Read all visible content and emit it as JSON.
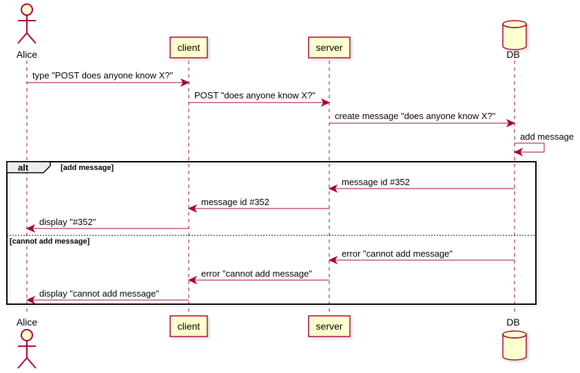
{
  "diagram": {
    "participants": {
      "alice": {
        "label": "Alice",
        "kind": "actor"
      },
      "client": {
        "label": "client",
        "kind": "participant"
      },
      "server": {
        "label": "server",
        "kind": "participant"
      },
      "db": {
        "label": "DB",
        "kind": "database"
      }
    },
    "messages": [
      {
        "from": "alice",
        "to": "client",
        "label": "type \"POST does anyone know X?\""
      },
      {
        "from": "client",
        "to": "server",
        "label": "POST \"does anyone know X?\""
      },
      {
        "from": "server",
        "to": "db",
        "label": "create message \"does anyone know X?\""
      },
      {
        "from": "db",
        "to": "db",
        "label": "add message"
      },
      {
        "from": "db",
        "to": "server",
        "label": "message id #352"
      },
      {
        "from": "server",
        "to": "client",
        "label": "message id #352"
      },
      {
        "from": "client",
        "to": "alice",
        "label": "display \"#352\""
      },
      {
        "from": "db",
        "to": "server",
        "label": "error \"cannot add message\""
      },
      {
        "from": "server",
        "to": "client",
        "label": "error \"cannot add message\""
      },
      {
        "from": "client",
        "to": "alice",
        "label": "display \"cannot add message\""
      }
    ],
    "alt_frame": {
      "keyword": "alt",
      "guard_1": "[add message]",
      "guard_2": "[cannot add message]"
    },
    "colors": {
      "arrow": "#A80036",
      "participant_fill": "#FEFECE",
      "participant_border": "#A80036",
      "frame_border": "#000000",
      "frame_shadow": "#C8C8C8"
    }
  }
}
